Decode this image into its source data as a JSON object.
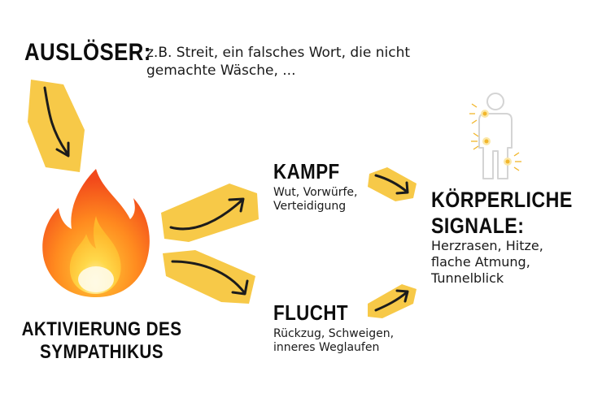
{
  "trigger": {
    "label": "AUSLÖSER:",
    "line1": "z.B. Streit, ein falsches Wort, die nicht",
    "line2": "gemachte Wäsche, ..."
  },
  "activation": {
    "line1": "AKTIVIERUNG DES",
    "line2": "SYMPATHIKUS"
  },
  "fight": {
    "title": "KAMPF",
    "line1": "Wut, Vorwürfe,",
    "line2": "Verteidigung"
  },
  "flight": {
    "title": "FLUCHT",
    "line1": "Rückzug, Schweigen,",
    "line2": "inneres Weglaufen"
  },
  "body_signals": {
    "title1": "KÖRPERLICHE",
    "title2": "SIGNALE:",
    "line1": "Herzrasen, Hitze,",
    "line2": "flache Atmung,",
    "line3": "Tunnelblick"
  },
  "colors": {
    "arrow_background": "#f7c948",
    "arrow_stroke": "#1c1c1c",
    "heading_text": "#0d0d0d",
    "body_figure": "#d4d4d4",
    "pain_marker": "#f2b62b"
  },
  "icons": [
    "fire-icon",
    "human-body-icon",
    "arrow-icon"
  ]
}
